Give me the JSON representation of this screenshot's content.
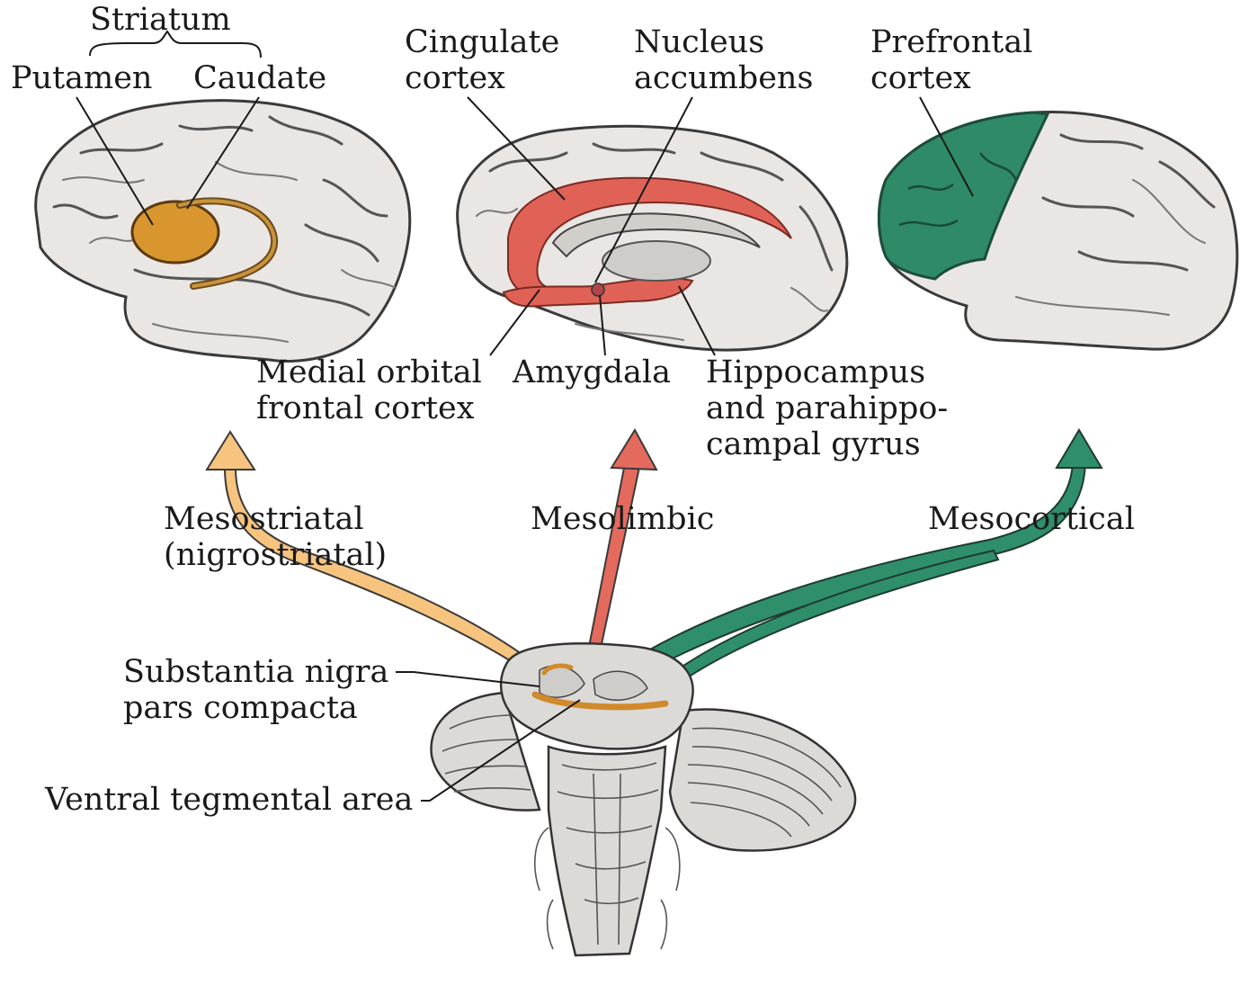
{
  "labels": {
    "striatum": "Striatum",
    "putamen": "Putamen",
    "caudate": "Caudate",
    "cingulate_1": "Cingulate",
    "cingulate_2": "cortex",
    "nucleus_1": "Nucleus",
    "nucleus_2": "accumbens",
    "prefrontal_1": "Prefrontal",
    "prefrontal_2": "cortex",
    "medial_orbital_1": "Medial orbital",
    "medial_orbital_2": "frontal cortex",
    "amygdala": "Amygdala",
    "hippocampus_1": "Hippocampus",
    "hippocampus_2": "and parahippo-",
    "hippocampus_3": "campal gyrus",
    "mesostriatal_1": "Mesostriatal",
    "mesostriatal_2": "(nigrostriatal)",
    "mesolimbic": "Mesolimbic",
    "mesocortical": "Mesocortical",
    "substantia_1": "Substantia nigra",
    "substantia_2": "pars compacta",
    "vta": "Ventral tegmental area"
  },
  "colors": {
    "mesostriatal": "#f7c47f",
    "mesolimbic": "#e46a5e",
    "mesocortical": "#2f8f6b",
    "striatum_fill": "#d9962f",
    "limbic_fill": "#e06257",
    "prefrontal_fill": "#2f8a68",
    "brain": "#e9e6e3"
  }
}
